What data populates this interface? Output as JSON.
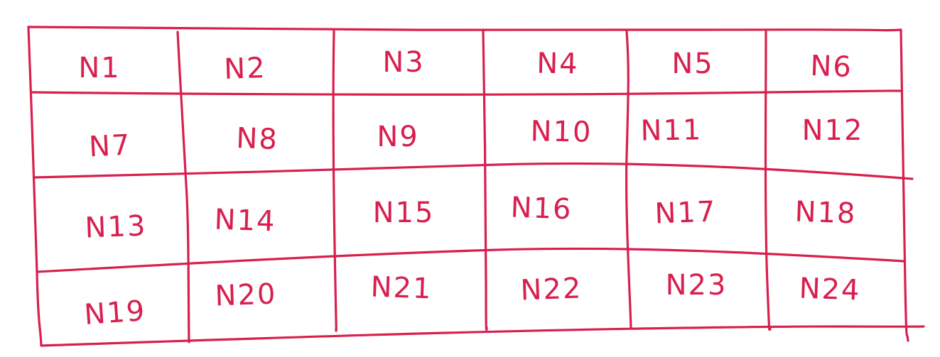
{
  "ink_color": "#d81f4e",
  "grid": {
    "rows": 4,
    "cols": 6,
    "cells": [
      [
        "N1",
        "N2",
        "N3",
        "N4",
        "N5",
        "N6"
      ],
      [
        "N7",
        "N8",
        "N9",
        "N10",
        "N11",
        "N12"
      ],
      [
        "N13",
        "N14",
        "N15",
        "N16",
        "N17",
        "N18"
      ],
      [
        "N19",
        "N20",
        "N21",
        "N22",
        "N23",
        "N24"
      ]
    ]
  }
}
